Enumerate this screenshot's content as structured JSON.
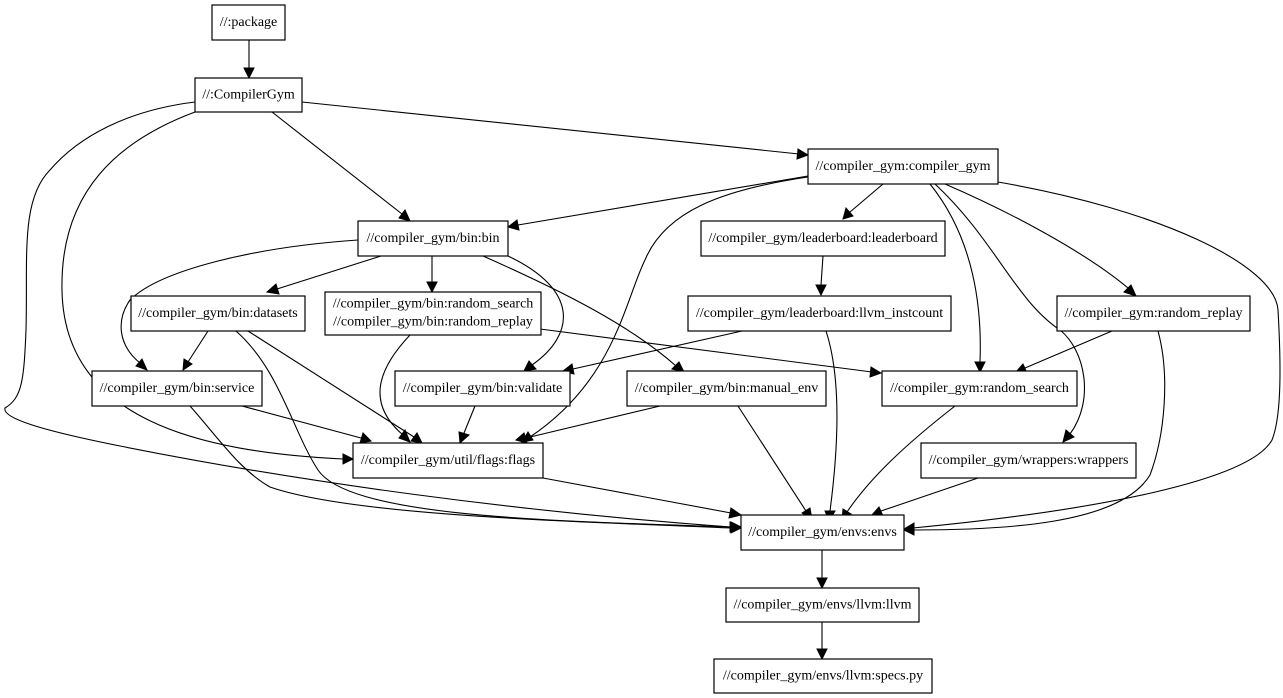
{
  "nodes": {
    "package": "//:package",
    "compilergym": "//:CompilerGym",
    "compiler_gym": "//compiler_gym:compiler_gym",
    "bin": "//compiler_gym/bin:bin",
    "leaderboard": "//compiler_gym/leaderboard:leaderboard",
    "datasets": "//compiler_gym/bin:datasets",
    "random_search_bin": "//compiler_gym/bin:random_search",
    "random_replay_bin": "//compiler_gym/bin:random_replay",
    "llvm_instcount": "//compiler_gym/leaderboard:llvm_instcount",
    "random_replay": "//compiler_gym:random_replay",
    "service": "//compiler_gym/bin:service",
    "validate": "//compiler_gym/bin:validate",
    "manual_env": "//compiler_gym/bin:manual_env",
    "random_search": "//compiler_gym:random_search",
    "flags": "//compiler_gym/util/flags:flags",
    "wrappers": "//compiler_gym/wrappers:wrappers",
    "envs": "//compiler_gym/envs:envs",
    "llvm": "//compiler_gym/envs/llvm:llvm",
    "specs": "//compiler_gym/envs/llvm:specs.py"
  },
  "edges": [
    [
      "package",
      "compilergym"
    ],
    [
      "compilergym",
      "compiler_gym"
    ],
    [
      "compilergym",
      "bin"
    ],
    [
      "compilergym",
      "flags"
    ],
    [
      "compilergym",
      "envs"
    ],
    [
      "compiler_gym",
      "bin"
    ],
    [
      "compiler_gym",
      "leaderboard"
    ],
    [
      "compiler_gym",
      "random_replay"
    ],
    [
      "compiler_gym",
      "random_search"
    ],
    [
      "compiler_gym",
      "wrappers"
    ],
    [
      "compiler_gym",
      "flags"
    ],
    [
      "compiler_gym",
      "envs"
    ],
    [
      "bin",
      "datasets"
    ],
    [
      "bin",
      "random_search_bin"
    ],
    [
      "bin",
      "service"
    ],
    [
      "bin",
      "validate"
    ],
    [
      "bin",
      "manual_env"
    ],
    [
      "leaderboard",
      "llvm_instcount"
    ],
    [
      "llvm_instcount",
      "validate"
    ],
    [
      "llvm_instcount",
      "envs"
    ],
    [
      "random_replay",
      "random_search"
    ],
    [
      "random_replay",
      "envs"
    ],
    [
      "datasets",
      "service"
    ],
    [
      "datasets",
      "flags"
    ],
    [
      "datasets",
      "envs"
    ],
    [
      "random_search_bin",
      "random_search"
    ],
    [
      "random_search_bin",
      "flags"
    ],
    [
      "service",
      "flags"
    ],
    [
      "service",
      "envs"
    ],
    [
      "validate",
      "flags"
    ],
    [
      "manual_env",
      "flags"
    ],
    [
      "manual_env",
      "envs"
    ],
    [
      "random_search",
      "envs"
    ],
    [
      "flags",
      "envs"
    ],
    [
      "wrappers",
      "envs"
    ],
    [
      "envs",
      "llvm"
    ],
    [
      "llvm",
      "specs"
    ]
  ]
}
